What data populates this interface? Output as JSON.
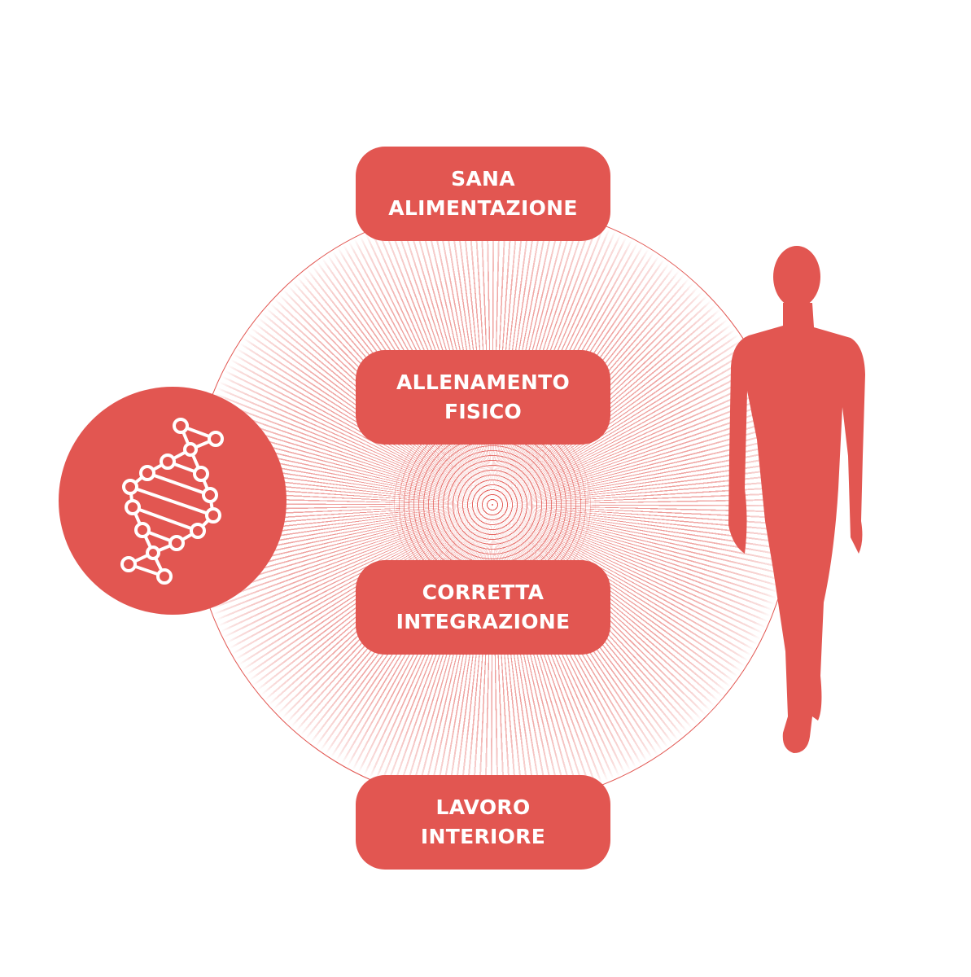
{
  "colors": {
    "accent": "#E25651",
    "background": "#FFFFFF"
  },
  "pillars": [
    {
      "line1": "SANA",
      "line2": "ALIMENTAZIONE"
    },
    {
      "line1": "ALLENAMENTO",
      "line2": "FISICO"
    },
    {
      "line1": "CORRETTA",
      "line2": "INTEGRAZIONE"
    },
    {
      "line1": "LAVORO",
      "line2": "INTERIORE"
    }
  ],
  "icons": {
    "left": "dna-icon",
    "right": "human-silhouette-icon"
  }
}
